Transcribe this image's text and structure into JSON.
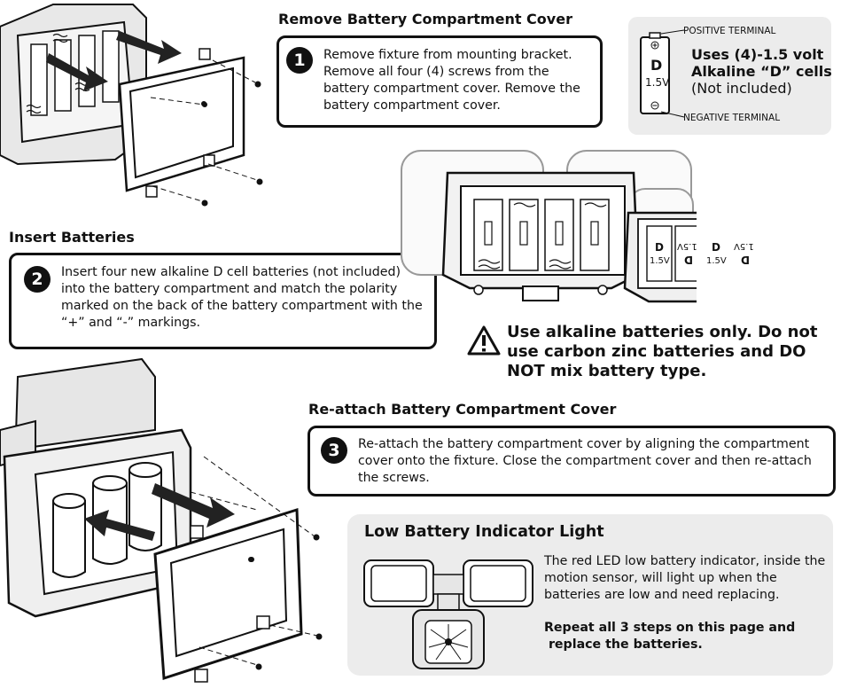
{
  "step1": {
    "heading": "Remove Battery Compartment Cover",
    "number": "1",
    "text": "Remove fixture from mounting bracket. Remove all four (4) screws from the battery compartment cover. Remove the battery compartment cover."
  },
  "battery_info": {
    "positive_label": "POSITIVE TERMINAL",
    "negative_label": "NEGATIVE TERMINAL",
    "cell_letter": "D",
    "cell_voltage": "1.5V",
    "line1": "Uses (4)-1.5 volt",
    "line2": "Alkaline “D” cells",
    "line3": "(Not included)"
  },
  "step2": {
    "heading": "Insert Batteries",
    "number": "2",
    "text": "Insert four new alkaline D cell batteries (not included) into the battery compartment and match the polarity marked on the back of the battery compartment with the “+” and “-” markings."
  },
  "compartment_labels": {
    "cell_letter": "D",
    "cell_voltage": "1.5V"
  },
  "warning": {
    "text": "Use alkaline batteries only. Do not use carbon zinc batteries and DO NOT mix battery type."
  },
  "step3": {
    "heading": "Re-attach Battery Compartment Cover",
    "number": "3",
    "text": "Re-attach the battery compartment cover by aligning the  compartment cover onto the fixture. Close the compartment cover and then re-attach the screws."
  },
  "low_battery": {
    "heading": "Low Battery Indicator Light",
    "text": "The red LED low battery indicator, inside the motion sensor, will light up when the batteries are low and need replacing.",
    "repeat_line1": "Repeat all 3 steps on this page and",
    "repeat_line2": " replace the batteries."
  },
  "colors": {
    "ink": "#111111",
    "panel_gray": "#ececec",
    "illustration_gray": "#d9d9d9"
  }
}
